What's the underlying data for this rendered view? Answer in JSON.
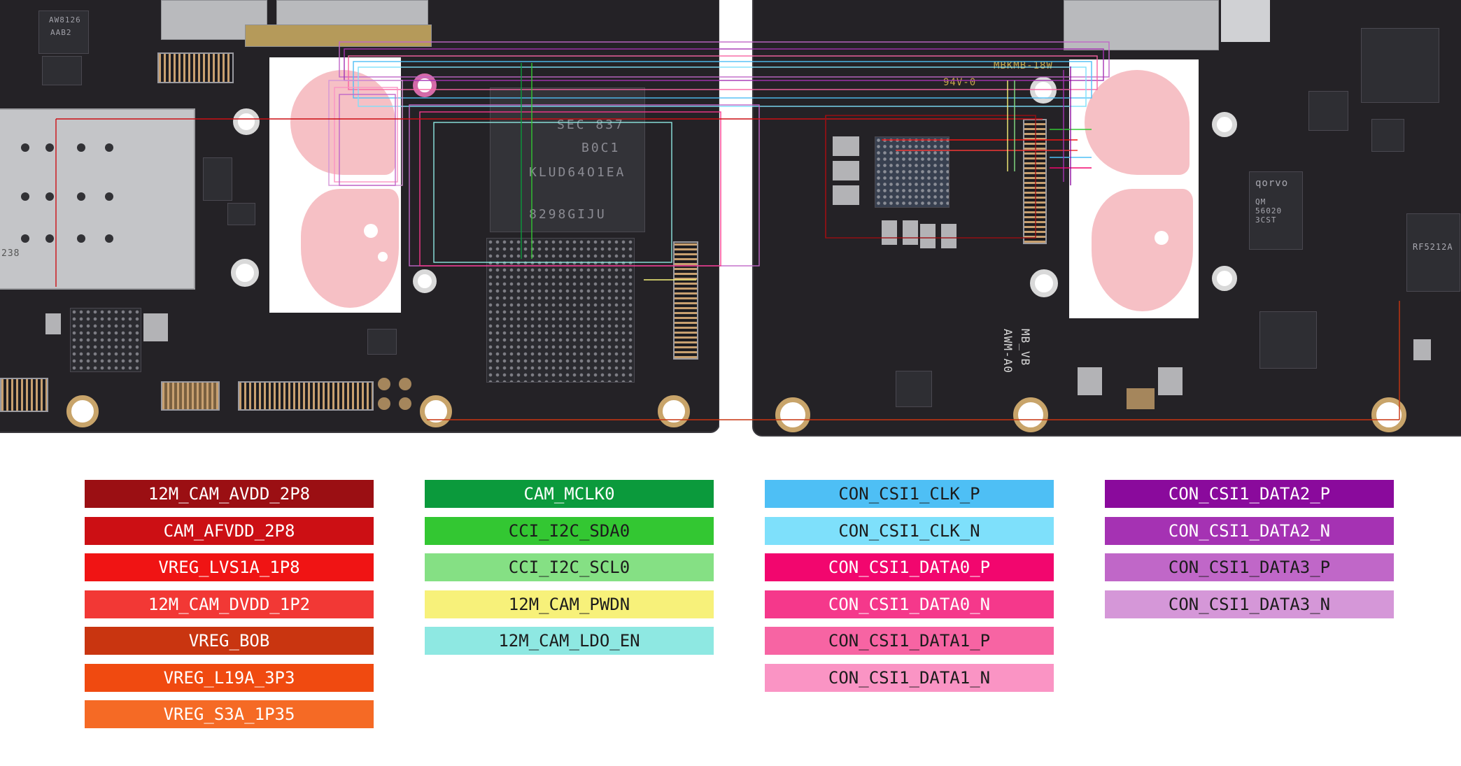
{
  "board_silkscreen": {
    "chip_emmc_line1": "SEC 837",
    "chip_emmc_line2": "B0C1",
    "chip_emmc_line3": "KLUD64O1EA",
    "chip_emmc_line4": "8298GIJU",
    "mark_mb_v": "MB_VB",
    "mark_awm": "AWM-A0",
    "mark_mbkmb": "MBKMB-18W",
    "mark_94v": "94V-0",
    "mark_chip_awm": "AW8126",
    "mark_chip_aab": "AAB2",
    "mark_qorvo": "qorvo",
    "mark_qm": "QM\n56020\n3CST",
    "mark_rf": "RF5212A",
    "mark_238": "238"
  },
  "legend": {
    "columns": [
      [
        {
          "label": "12M_CAM_AVDD_2P8",
          "color": "#9b0f13"
        },
        {
          "label": "CAM_AFVDD_2P8",
          "color": "#cc0f14"
        },
        {
          "label": "VREG_LVS1A_1P8",
          "color": "#f01414"
        },
        {
          "label": "12M_CAM_DVDD_1P2",
          "color": "#f23835"
        },
        {
          "label": "VREG_BOB",
          "color": "#c93510"
        },
        {
          "label": "VREG_L19A_3P3",
          "color": "#f04a10"
        },
        {
          "label": "VREG_S3A_1P35",
          "color": "#f56a25"
        }
      ],
      [
        {
          "label": "CAM_MCLK0",
          "color": "#0b9a3c"
        },
        {
          "label": "CCI_I2C_SDA0",
          "color": "#33c732",
          "dark": true
        },
        {
          "label": "CCI_I2C_SCL0",
          "color": "#85e084",
          "dark": true
        },
        {
          "label": "12M_CAM_PWDN",
          "color": "#f7f17a",
          "dark": true
        },
        {
          "label": "12M_CAM_LDO_EN",
          "color": "#8ee8e2",
          "dark": true
        }
      ],
      [
        {
          "label": "CON_CSI1_CLK_P",
          "color": "#4ebff5",
          "dark": true
        },
        {
          "label": "CON_CSI1_CLK_N",
          "color": "#7ee0fb",
          "dark": true
        },
        {
          "label": "CON_CSI1_DATA0_P",
          "color": "#f2066e"
        },
        {
          "label": "CON_CSI1_DATA0_N",
          "color": "#f5388b"
        },
        {
          "label": "CON_CSI1_DATA1_P",
          "color": "#f764a3",
          "dark": true
        },
        {
          "label": "CON_CSI1_DATA1_N",
          "color": "#fa94c4",
          "dark": true
        }
      ],
      [
        {
          "label": "CON_CSI1_DATA2_P",
          "color": "#8a0a9c"
        },
        {
          "label": "CON_CSI1_DATA2_N",
          "color": "#a532b3"
        },
        {
          "label": "CON_CSI1_DATA3_P",
          "color": "#c067c8",
          "dark": true
        },
        {
          "label": "CON_CSI1_DATA3_N",
          "color": "#d597d8",
          "dark": true
        }
      ]
    ]
  }
}
